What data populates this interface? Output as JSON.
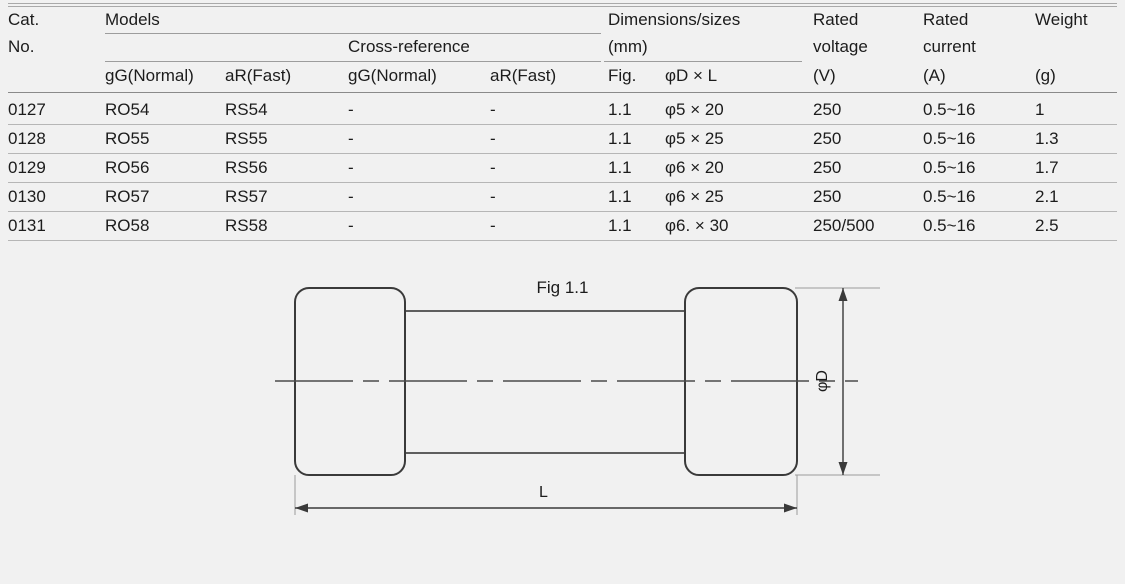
{
  "table": {
    "header": {
      "cat_no_line1": "Cat.",
      "cat_no_line2": "No.",
      "models": "Models",
      "cross_reference": "Cross-reference",
      "models_gg": "gG(Normal)",
      "models_ar": "aR(Fast)",
      "xref_gg": "gG(Normal)",
      "xref_ar": "aR(Fast)",
      "dimensions_line1": "Dimensions/sizes",
      "dimensions_line2": "(mm)",
      "fig": "Fig.",
      "dia_x_len": "φD × L",
      "rated_voltage_line1": "Rated",
      "rated_voltage_line2": "voltage",
      "rated_voltage_unit": "(V)",
      "rated_current_line1": "Rated",
      "rated_current_line2": "current",
      "rated_current_unit": "(A)",
      "weight": "Weight",
      "weight_unit": "(g)"
    },
    "rows": [
      {
        "cat_no": "0127",
        "model_gg": "RO54",
        "model_ar": "RS54",
        "xref_gg": "-",
        "xref_ar": "-",
        "fig": "1.1",
        "size": "φ5 × 20",
        "voltage": "250",
        "current": "0.5~16",
        "weight": "1"
      },
      {
        "cat_no": "0128",
        "model_gg": "RO55",
        "model_ar": "RS55",
        "xref_gg": "-",
        "xref_ar": "-",
        "fig": "1.1",
        "size": "φ5 × 25",
        "voltage": "250",
        "current": "0.5~16",
        "weight": "1.3"
      },
      {
        "cat_no": "0129",
        "model_gg": "RO56",
        "model_ar": "RS56",
        "xref_gg": "-",
        "xref_ar": "-",
        "fig": "1.1",
        "size": "φ6 × 20",
        "voltage": "250",
        "current": "0.5~16",
        "weight": "1.7"
      },
      {
        "cat_no": "0130",
        "model_gg": "RO57",
        "model_ar": "RS57",
        "xref_gg": "-",
        "xref_ar": "-",
        "fig": "1.1",
        "size": "φ6 × 25",
        "voltage": "250",
        "current": "0.5~16",
        "weight": "2.1"
      },
      {
        "cat_no": "0131",
        "model_gg": "RO58",
        "model_ar": "RS58",
        "xref_gg": "-",
        "xref_ar": "-",
        "fig": "1.1",
        "size": "φ6. × 30",
        "voltage": "250/500",
        "current": "0.5~16",
        "weight": "2.5"
      }
    ]
  },
  "figure": {
    "caption": "Fig 1.1",
    "length_label": "L",
    "diameter_label": "φD"
  }
}
